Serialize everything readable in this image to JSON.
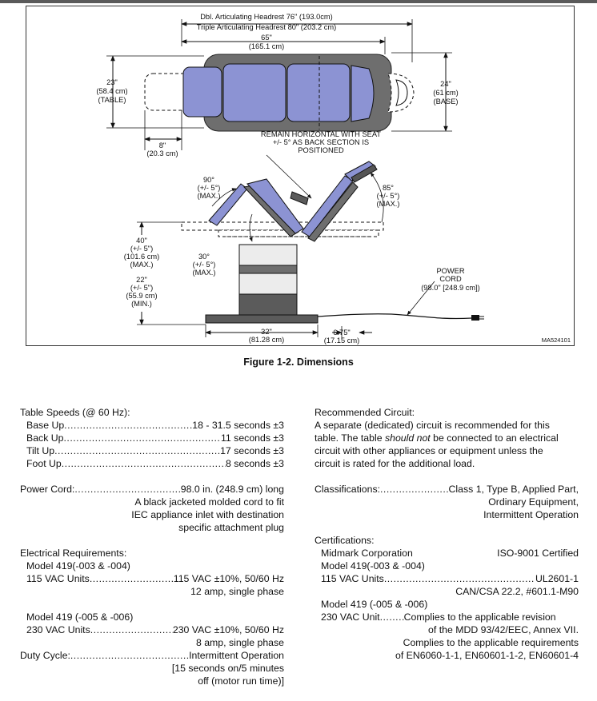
{
  "figure": {
    "dim_top_line1": "Dbl. Articulating Headrest 76\" (193.0cm)",
    "dim_top_line2": "Triple Articulating Headrest 80\" (203.2 cm)",
    "dim_length_in": "65\"",
    "dim_length_cm": "(165.1 cm)",
    "dim_table_width_in": "23\"",
    "dim_table_width_cm": "(58.4 cm)",
    "dim_table_width_label": "(TABLE)",
    "dim_base_width_in": "24\"",
    "dim_base_width_cm": "(61 cm)",
    "dim_base_width_label": "(BASE)",
    "dim_foot_in": "8\"",
    "dim_foot_cm": "(20.3 cm)",
    "remain_line1": "REMAIN HORIZONTAL WITH SEAT",
    "remain_line2": "+/- 5° AS BACK SECTION IS",
    "remain_line3": "POSITIONED",
    "angle90_a": "90°",
    "angle90_b": "(+/- 5°)",
    "angle90_c": "(MAX.)",
    "angle85_a": "85°",
    "angle85_b": "(+/- 5°)",
    "angle85_c": "(MAX.)",
    "angle30_a": "30°",
    "angle30_b": "(+/- 5°)",
    "angle30_c": "(MAX.)",
    "height_max_a": "40\"",
    "height_max_b": "(+/- 5\")",
    "height_max_c": "(101.6 cm)",
    "height_max_d": "(MAX.)",
    "height_min_a": "22\"",
    "height_min_b": "(+/- 5\")",
    "height_min_c": "(55.9 cm)",
    "height_min_d": "(MIN.)",
    "power_a": "POWER",
    "power_b": "CORD",
    "power_c": "(98.0\" [248.9 cm])",
    "base_in": "32\"",
    "base_cm": "(81.28 cm)",
    "offset_in": "6.75\"",
    "offset_cm": "(17.15 cm)",
    "ref_code": "MA524101",
    "colors": {
      "cushion": "#8c93d3",
      "frame": "#6e6e6e",
      "base": "#5b5b5b",
      "column": "#ececec"
    }
  },
  "caption": "Figure 1-2.  Dimensions",
  "left": {
    "speeds_title": "Table Speeds (@ 60 Hz):",
    "speeds": [
      {
        "label": "Base Up",
        "value": "18 - 31.5 seconds ±3"
      },
      {
        "label": "Back Up",
        "value": "11 seconds ±3"
      },
      {
        "label": "Tilt Up",
        "value": "17 seconds ±3"
      },
      {
        "label": "Foot Up",
        "value": "8 seconds ±3"
      }
    ],
    "power_label": "Power Cord:",
    "power_value": "98.0 in. (248.9 cm) long",
    "power_desc1": "A black jacketed molded cord to fit",
    "power_desc2": "IEC appliance inlet with destination",
    "power_desc3": "specific attachment plug",
    "elec_title": "Electrical Requirements:",
    "model1": "Model 419(-003 & -004)",
    "v115_label": "115 VAC Units",
    "v115_value": "115 VAC ±10%, 50/60 Hz",
    "v115_amp": "12 amp, single phase",
    "model2": "Model 419 (-005 & -006)",
    "v230_label": "230 VAC Units",
    "v230_value": "230 VAC ±10%, 50/60 Hz",
    "v230_amp": "8 amp, single phase",
    "duty_label": "Duty Cycle:",
    "duty_value": "Intermittent Operation",
    "duty_desc1": "[15 seconds on/5 minutes",
    "duty_desc2": "off (motor run time)]"
  },
  "right": {
    "circuit_title": "Recommended Circuit:",
    "circuit_1": "A separate (dedicated) circuit is recommended for this",
    "circuit_2a": "table. The table ",
    "circuit_2b": "should not",
    "circuit_2c": " be connected to an electrical",
    "circuit_3": "circuit with other appliances or equipment unless the",
    "circuit_4": "circuit is rated for the additional load.",
    "class_label": "Classifications:",
    "class_value": "Class 1, Type B, Applied Part,",
    "class_2": "Ordinary Equipment,",
    "class_3": "Intermittent Operation",
    "cert_title": "Certifications:",
    "cert_company": "Midmark Corporation",
    "cert_iso": "ISO-9001 Certified",
    "cert_model1": "Model 419(-003 & -004)",
    "cert_115_label": "115 VAC Units",
    "cert_115_value": "UL2601-1",
    "cert_csa": "CAN/CSA 22.2, #601.1-M90",
    "cert_model2": "Model 419 (-005 & -006)",
    "cert_230_label": "230 VAC Unit",
    "cert_230_value": "Complies to the applicable revision",
    "cert_230_2": "of the MDD 93/42/EEC, Annex VII.",
    "cert_230_3": "Complies to the applicable requirements",
    "cert_230_4": "of EN6060-1-1, EN60601-1-2, EN60601-4"
  }
}
